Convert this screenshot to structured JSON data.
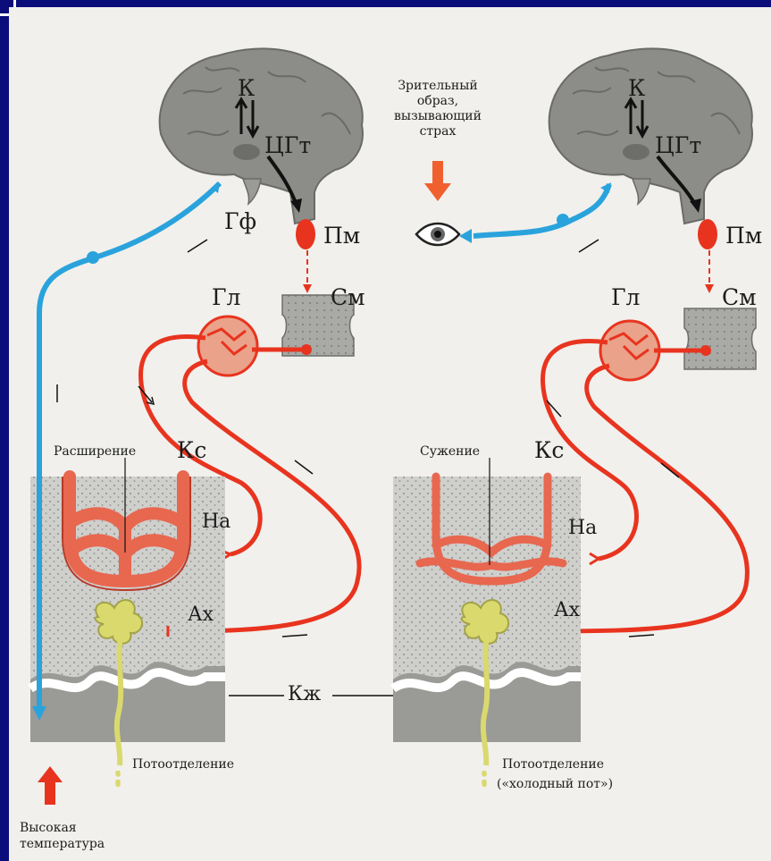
{
  "left_panel": {
    "brain_k": "К",
    "brain_cgt": "ЦГт",
    "gf": "Гф",
    "pm": "Пм",
    "gl": "Гл",
    "sm": "См",
    "ks": "Кс",
    "vessel_state": "Расширение",
    "na": "На",
    "ax": "Ах",
    "sweat": "Потоотделение",
    "stimulus": "Высокая температура"
  },
  "right_panel": {
    "brain_k": "К",
    "brain_cgt": "ЦГт",
    "pm": "Пм",
    "gl": "Гл",
    "sm": "См",
    "ks": "Кс",
    "vessel_state": "Сужение",
    "na": "На",
    "ax": "Ах",
    "sweat": "Потоотделение",
    "sweat_note": "(«холодный пот»)",
    "stimulus_lines": [
      "Зрительный",
      "образ,",
      "вызывающий",
      "страх"
    ]
  },
  "shared": {
    "skin": "Кж"
  },
  "colors": {
    "nerve_blue": "#2aa3dc",
    "nerve_red": "#ee3b2a",
    "vessel": "#e8674f",
    "gland": "#d8d86a",
    "brain": "#8a8a86"
  }
}
